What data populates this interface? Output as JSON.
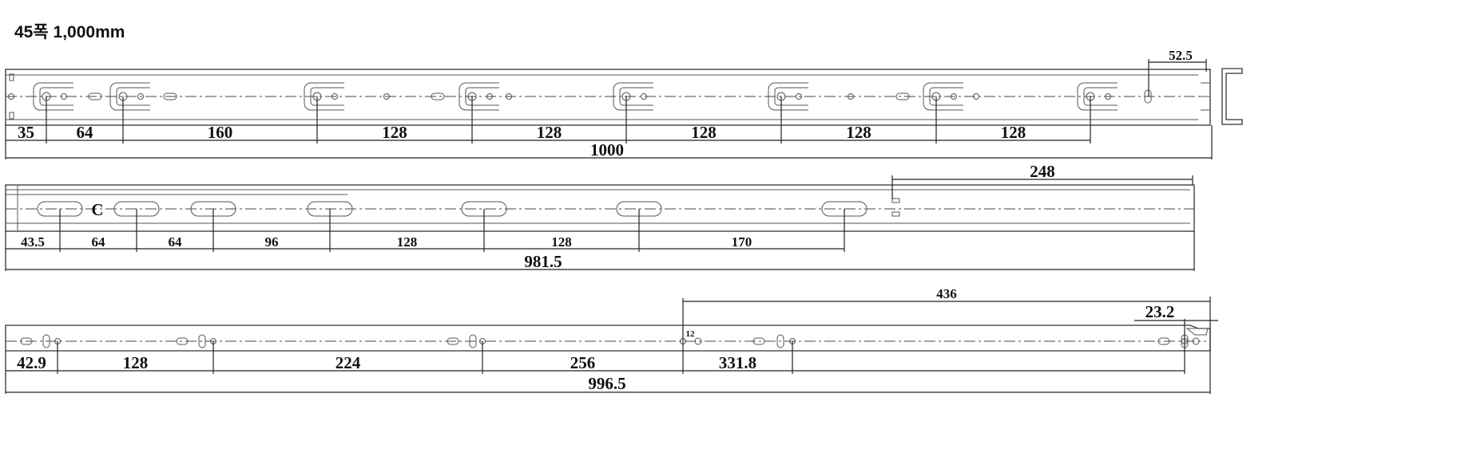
{
  "title": "45폭 1,000mm",
  "rail_outer": {
    "dims": [
      "35",
      "64",
      "160",
      "128",
      "128",
      "128",
      "128",
      "128"
    ],
    "total": "1000",
    "end_dim": "52.5"
  },
  "rail_middle": {
    "dims": [
      "43.5",
      "64",
      "64",
      "96",
      "128",
      "128",
      "170"
    ],
    "total": "981.5",
    "top_dim": "248",
    "mark": "C"
  },
  "rail_inner": {
    "dims": [
      "42.9",
      "128",
      "224",
      "256",
      "331.8"
    ],
    "total": "996.5",
    "top_dim": "436",
    "end_dim": "23.2",
    "small_dim": "12"
  }
}
